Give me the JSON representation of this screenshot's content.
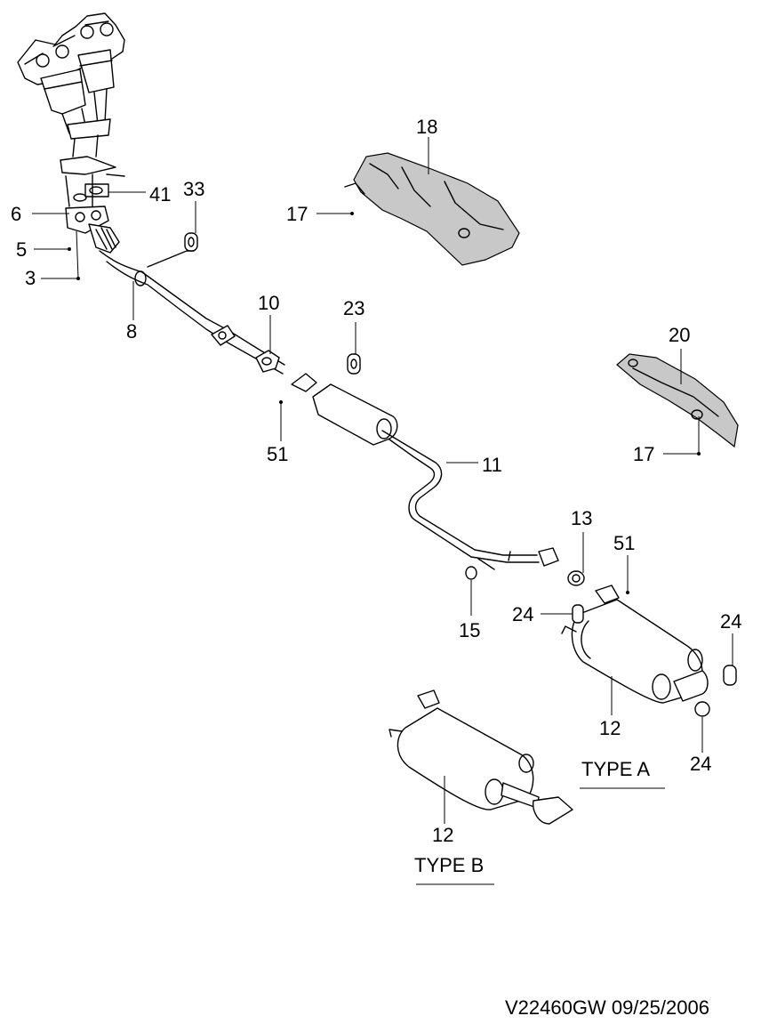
{
  "callouts": {
    "c18": "18",
    "c17a": "17",
    "c33": "33",
    "c41": "41",
    "c6": "6",
    "c5": "5",
    "c3": "3",
    "c8": "8",
    "c10": "10",
    "c23": "23",
    "c51a": "51",
    "c11": "11",
    "c20": "20",
    "c17b": "17",
    "c13": "13",
    "c51b": "51",
    "c24a": "24",
    "c15": "15",
    "c24b": "24",
    "c12a": "12",
    "c24c": "24",
    "c12b": "12"
  },
  "type_labels": {
    "type_a": "TYPE A",
    "type_b": "TYPE B"
  },
  "footer": {
    "code_date": "V22460GW  09/25/2006"
  }
}
